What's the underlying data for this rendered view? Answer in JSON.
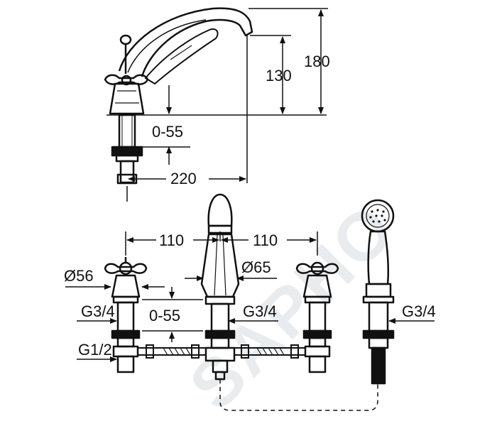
{
  "watermark": "SAPHO",
  "top_view": {
    "dimensions": {
      "height_total": "180",
      "height_spout": "130",
      "adjust_range": "0-55",
      "reach": "220"
    }
  },
  "front_view": {
    "dimensions": {
      "spacing_left": "110",
      "spacing_right": "110",
      "diameter_handle": "Ø56",
      "diameter_spout": "Ø65",
      "thread_left": "G3/4",
      "thread_center": "G3/4",
      "thread_shower": "G3/4",
      "thread_bottom": "G1/2",
      "adjust_range": "0-55"
    }
  },
  "colors": {
    "line": "#111111",
    "watermark": "#e9ecef"
  }
}
